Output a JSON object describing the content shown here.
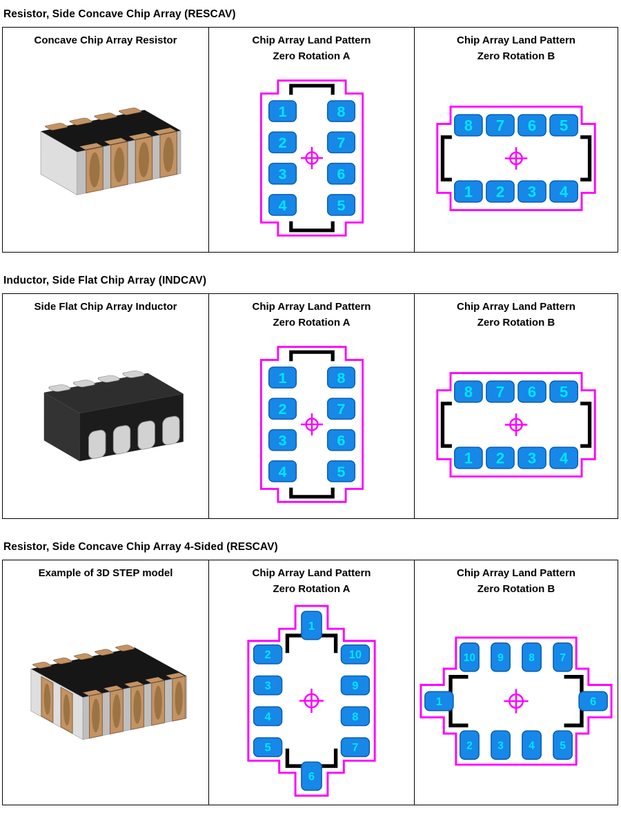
{
  "colors": {
    "pad_fill": "#1787e8",
    "pad_stroke": "#0a5cb0",
    "pad_text": "#00e5ff",
    "outline": "#ff00ff",
    "silk": "#000000",
    "crosshair": "#ff00ff"
  },
  "sections": [
    {
      "heading": "Resistor, Side Concave Chip Array (RESCAV)",
      "cells": [
        {
          "title": "Concave Chip Array Resistor"
        },
        {
          "title": "Chip Array Land Pattern",
          "subtitle": "Zero Rotation A"
        },
        {
          "title": "Chip Array Land Pattern",
          "subtitle": "Zero Rotation B"
        }
      ]
    },
    {
      "heading": "Inductor, Side Flat Chip Array (INDCAV)",
      "cells": [
        {
          "title": "Side Flat Chip Array Inductor"
        },
        {
          "title": "Chip Array Land Pattern",
          "subtitle": "Zero Rotation A"
        },
        {
          "title": "Chip Array Land Pattern",
          "subtitle": "Zero Rotation B"
        }
      ]
    },
    {
      "heading": "Resistor, Side Concave Chip Array 4-Sided (RESCAV)",
      "cells": [
        {
          "title": "Example of 3D STEP model"
        },
        {
          "title": "Chip Array Land Pattern",
          "subtitle": "Zero Rotation A"
        },
        {
          "title": "Chip Array Land Pattern",
          "subtitle": "Zero Rotation B"
        }
      ]
    }
  ],
  "patterns": {
    "vert8": {
      "type": "vert8",
      "left": [
        "1",
        "2",
        "3",
        "4"
      ],
      "right": [
        "8",
        "7",
        "6",
        "5"
      ]
    },
    "horiz8": {
      "type": "horiz8",
      "top": [
        "8",
        "7",
        "6",
        "5"
      ],
      "bottom": [
        "1",
        "2",
        "3",
        "4"
      ]
    },
    "cross10A": {
      "type": "cross10",
      "top": [
        "1"
      ],
      "left": [
        "2",
        "3",
        "4",
        "5"
      ],
      "bottom": [
        "6"
      ],
      "right": [
        "10",
        "9",
        "8",
        "7"
      ]
    },
    "cross10B": {
      "type": "cross10rot",
      "top": [
        "10",
        "9",
        "8",
        "7"
      ],
      "left": [
        "1"
      ],
      "bottom": [
        "2",
        "3",
        "4",
        "5"
      ],
      "right": [
        "6"
      ]
    }
  }
}
